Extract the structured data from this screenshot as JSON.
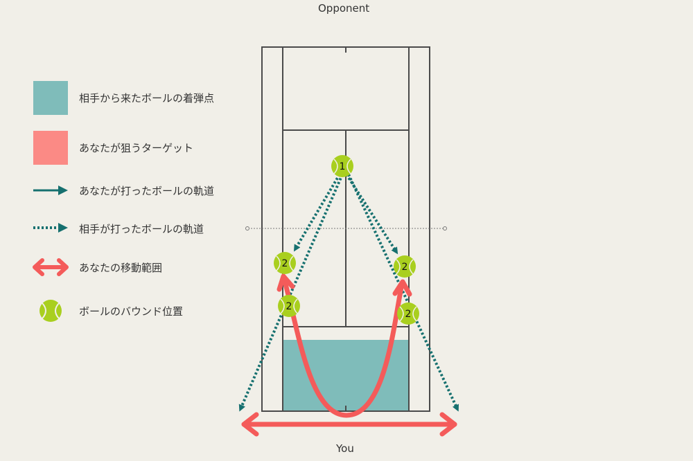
{
  "labels": {
    "top": "Opponent",
    "bottom": "You"
  },
  "legend": [
    {
      "text": "相手から来たボールの着弾点",
      "kind": "rect",
      "color": "#7fbcba"
    },
    {
      "text": "あなたが狙うターゲット",
      "kind": "rect",
      "color": "#fb8a85"
    },
    {
      "text": "あなたが打ったボールの軌道",
      "kind": "solid-arrow",
      "color": "#16706f"
    },
    {
      "text": "相手が打ったボールの軌道",
      "kind": "dotted-arrow",
      "color": "#16706f"
    },
    {
      "text": "あなたの移動範囲",
      "kind": "double-arrow",
      "color": "#f45b5a"
    },
    {
      "text": "ボールのバウンド位置",
      "kind": "ball",
      "color": "#a9cf1f"
    }
  ],
  "balls": [
    {
      "id": "ball-1",
      "text": "1"
    },
    {
      "id": "ball-2a",
      "text": "2"
    },
    {
      "id": "ball-2b",
      "text": "2"
    },
    {
      "id": "ball-2c",
      "text": "2"
    },
    {
      "id": "ball-2d",
      "text": "2"
    }
  ],
  "colors": {
    "teal": "#16706f",
    "court_line": "#4a4a4a",
    "landing": "#7fbcba",
    "movement": "#f45b5a",
    "ball": "#a9cf1f",
    "background": "#f1efe8"
  }
}
